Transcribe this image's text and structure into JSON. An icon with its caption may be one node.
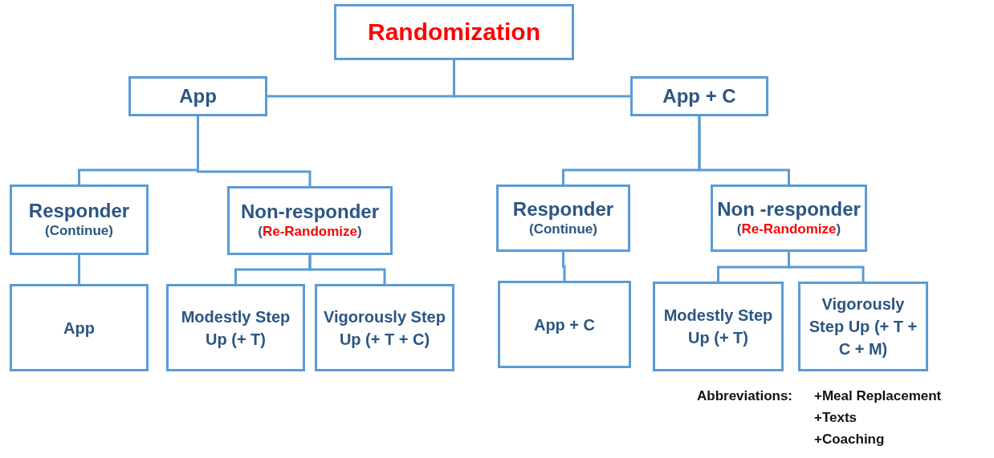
{
  "diagram": {
    "nodes": [
      {
        "text": [
          "Randomization"
        ]
      },
      {
        "text": [
          "App"
        ]
      },
      {
        "text": [
          "App + C"
        ]
      },
      {
        "text": [
          "Responder",
          "(Continue)"
        ]
      },
      {
        "text": [
          "Non-responder",
          "(*Re-Randomize*)"
        ]
      },
      {
        "text": [
          "App"
        ]
      },
      {
        "text": [
          "Modestly Step Up (+ T)"
        ]
      },
      {
        "text": [
          "Vigorously Step Up (+ T + C)"
        ]
      },
      {
        "text": [
          "Responder",
          "(Continue)"
        ]
      },
      {
        "text": [
          "Non -responder",
          "(*Re-Randomize*)"
        ]
      },
      {
        "text": [
          "App + C"
        ]
      },
      {
        "text": [
          "Modestly Step Up (+ T)"
        ]
      },
      {
        "text": [
          "Vigorously Step Up (+ T + C + M)"
        ]
      }
    ],
    "edges": [
      {
        "from": 0,
        "to": 1,
        "arrow": "none"
      },
      {
        "from": 0,
        "to": 2,
        "arrow": "none"
      },
      {
        "from": 1,
        "to": 3,
        "arrow": "none"
      },
      {
        "from": 1,
        "to": 4,
        "arrow": "none"
      },
      {
        "from": 3,
        "to": 5,
        "arrow": "none"
      },
      {
        "from": 4,
        "to": 6,
        "arrow": "none"
      },
      {
        "from": 4,
        "to": 7,
        "arrow": "none"
      },
      {
        "from": 2,
        "to": 8,
        "arrow": "none"
      },
      {
        "from": 2,
        "to": 9,
        "arrow": "none"
      },
      {
        "from": 8,
        "to": 10,
        "arrow": "none"
      },
      {
        "from": 9,
        "to": 11,
        "arrow": "none"
      },
      {
        "from": 9,
        "to": 12,
        "arrow": "none"
      }
    ],
    "labels": [
      "Abbreviations:",
      "+Meal Replacement",
      "+Texts",
      "+Coaching"
    ]
  }
}
